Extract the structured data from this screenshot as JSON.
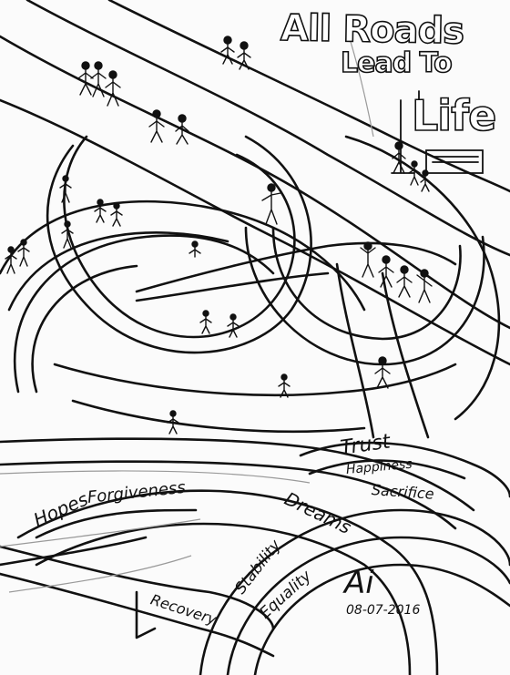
{
  "artwork": {
    "title_line1": "All Roads",
    "title_line2": "Lead To",
    "title_line3": "Life",
    "words": {
      "trust": "Trust",
      "happiness": "Happiness",
      "sacrifice": "Sacrifice",
      "hopes": "Hopes",
      "forgiveness": "Forgiveness",
      "dreams": "Dreams",
      "stability": "Stability",
      "equality": "Equality",
      "recovery": "Recovery"
    },
    "signature": "Ai",
    "date": "08-07-2016"
  }
}
